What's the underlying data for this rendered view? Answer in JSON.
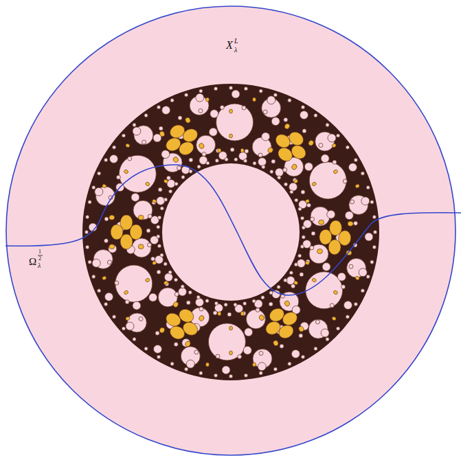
{
  "diagram": {
    "labels": [
      "X",
      "L",
      "λ",
      "Ω",
      "1",
      "2",
      "λ"
    ]
  }
}
